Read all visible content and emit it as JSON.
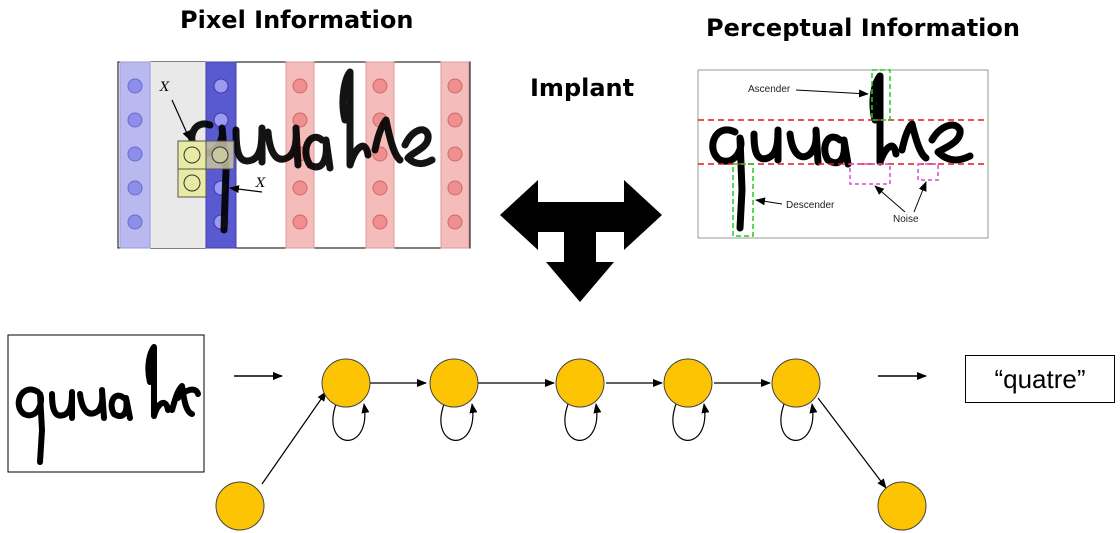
{
  "titles": {
    "pixel": "Pixel Information",
    "perceptual": "Perceptual Information",
    "implant": "Implant"
  },
  "perceptual_labels": {
    "ascender": "Ascender",
    "descender": "Descender",
    "noise": "Noise"
  },
  "pixel_labels": {
    "x_top": "X",
    "x_mid": "X"
  },
  "output_text": "“quatre”",
  "colors": {
    "blue_column": "#b9b9ef",
    "blue_circle": "#8d8dea",
    "dark_blue_column": "#5a5ad0",
    "red_column": "#f5bcbc",
    "red_circle": "#f08f8f",
    "state_fill": "#fdc404",
    "yellow_cell": "#e9eaa4",
    "green_dash": "#22cc22",
    "red_dash": "#e31a1a",
    "magenta_dash": "#d24fd2"
  },
  "icons": [
    "double-arrow-icon"
  ]
}
